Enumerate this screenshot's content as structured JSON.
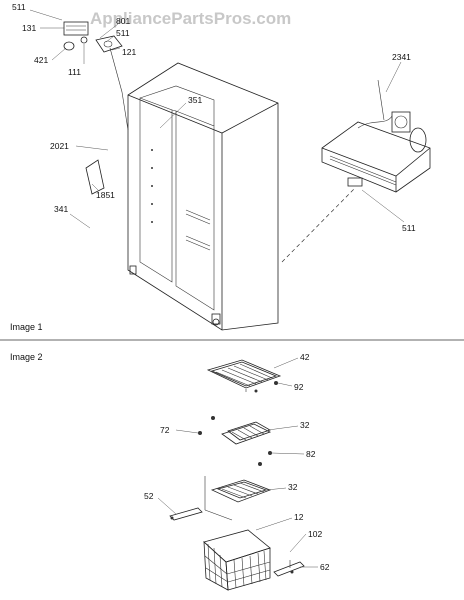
{
  "watermark": "AppliancePartsPros.com",
  "sections": [
    {
      "caption": "Image 1"
    },
    {
      "caption": "Image 2"
    }
  ],
  "callouts": {
    "p511_top": "511",
    "p131": "131",
    "p801": "801",
    "p511_b": "511",
    "p121": "121",
    "p421": "421",
    "p111": "111",
    "p351": "351",
    "p2341": "2341",
    "p2021": "2021",
    "p1851": "1851",
    "p341": "341",
    "p511_c": "511",
    "p42": "42",
    "p92": "92",
    "p72": "72",
    "p32_a": "32",
    "p82": "82",
    "p52": "52",
    "p32_b": "32",
    "p12": "12",
    "p102": "102",
    "p62": "62"
  }
}
